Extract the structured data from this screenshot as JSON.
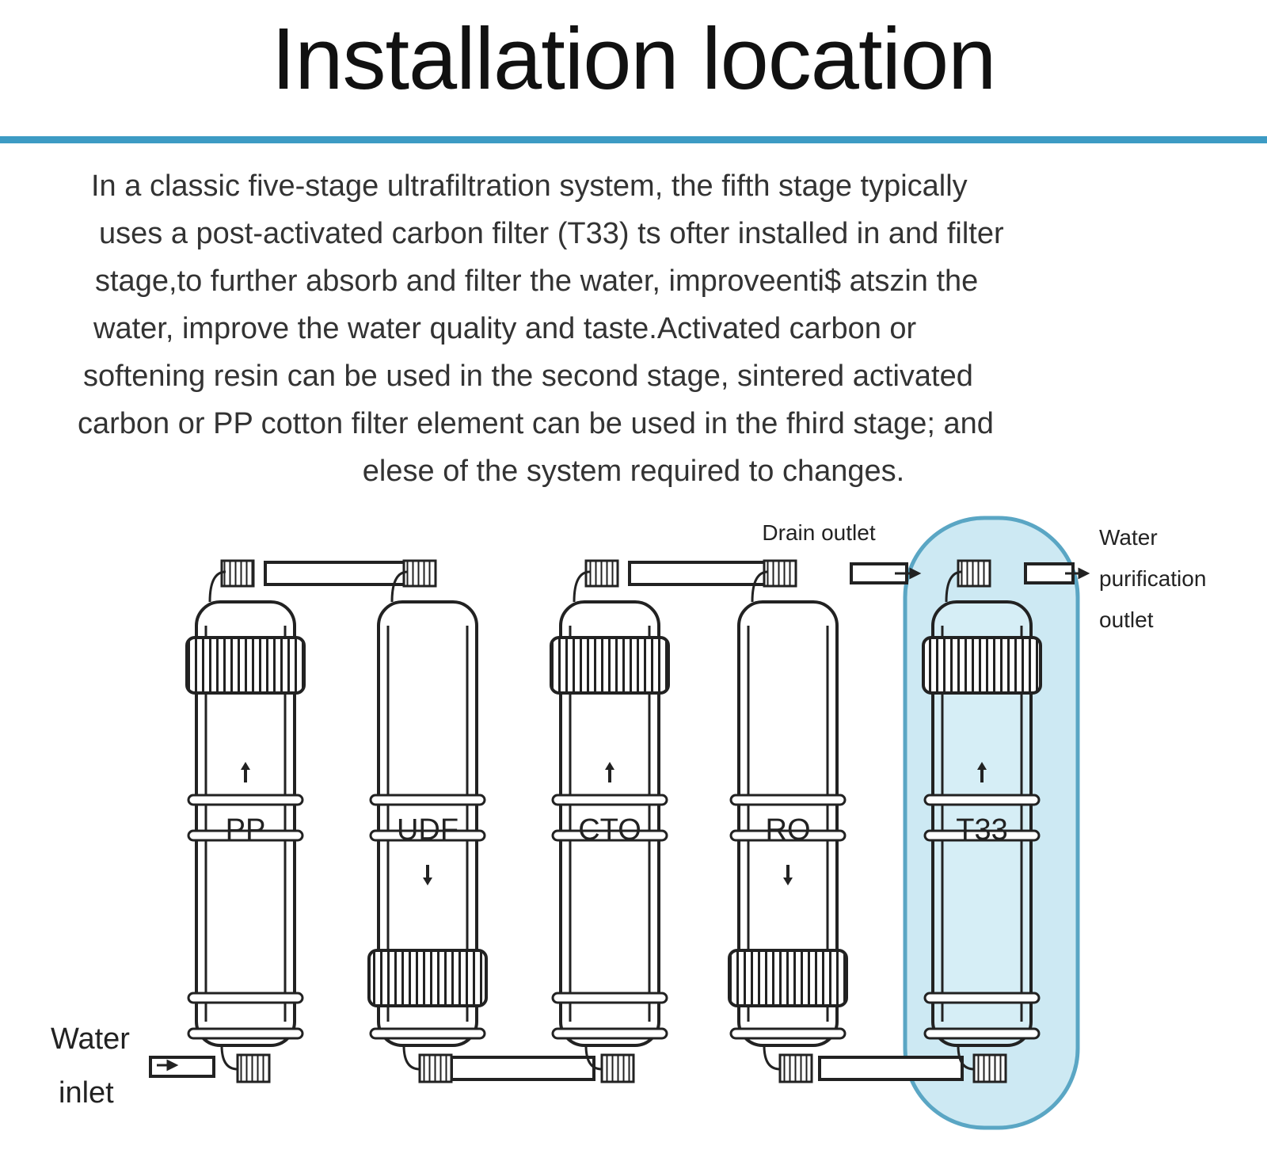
{
  "title": "Installation location",
  "colors": {
    "accent_rule": "#3d9bc4",
    "highlight": "#cde9f3",
    "highlight_stroke": "#5aa6c4"
  },
  "description_lines": [
    "In a classic five-stage ultrafiltration system, the fifth stage typically",
    "uses a post-activated carbon filter (T33) ts ofter installed in and filter",
    "stage,to further absorb and filter the water, improveenti$ atszin the",
    "water, improve the water quality and taste.Activated carbon or",
    "softening resin can be used in the second stage, sintered activated",
    "carbon or PP cotton filter element can be used in the fhird stage; and",
    "elese of the system required to changes."
  ],
  "diagram": {
    "filters": [
      {
        "label": "PP",
        "flow": "up"
      },
      {
        "label": "UDF",
        "flow": "down"
      },
      {
        "label": "CTO",
        "flow": "up"
      },
      {
        "label": "RO",
        "flow": "down"
      },
      {
        "label": "T33",
        "flow": "up"
      }
    ],
    "drain_label": "Drain outlet",
    "outlet_label_lines": [
      "Water",
      "purification",
      "outlet"
    ],
    "inlet_label_lines": [
      "Water",
      "inlet"
    ],
    "highlighted_filter": "T33"
  }
}
